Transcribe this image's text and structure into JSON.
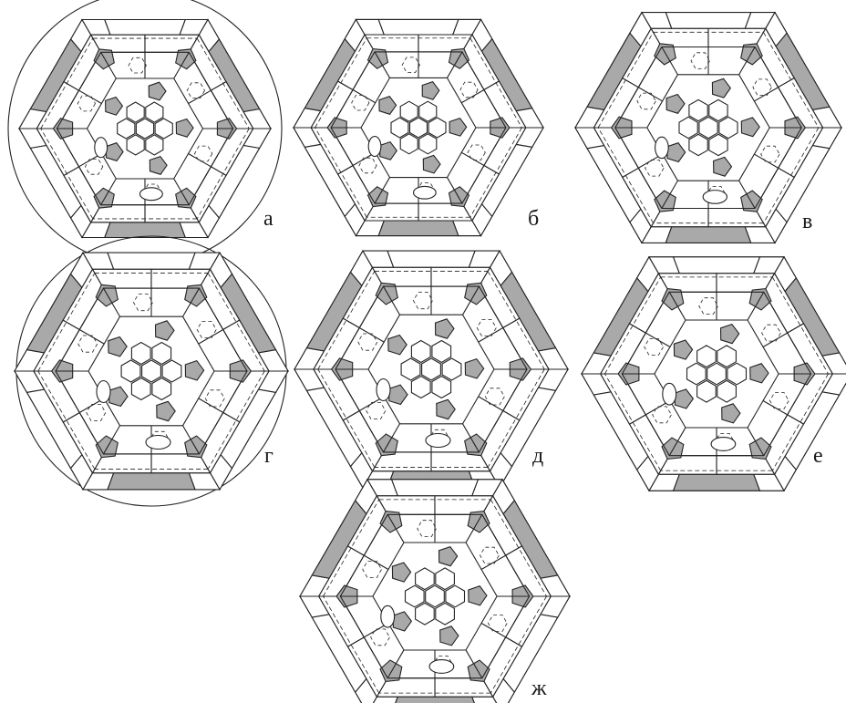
{
  "panels": [
    {
      "id": "a",
      "label": "а",
      "frame": "clipped-circle"
    },
    {
      "id": "b",
      "label": "б",
      "frame": "hexagon"
    },
    {
      "id": "v",
      "label": "в",
      "frame": "hexagon"
    },
    {
      "id": "g",
      "label": "г",
      "frame": "clipped-circle"
    },
    {
      "id": "d",
      "label": "д",
      "frame": "hexagon"
    },
    {
      "id": "e",
      "label": "е",
      "frame": "hexagon"
    },
    {
      "id": "zh",
      "label": "ж",
      "frame": "hexagon"
    }
  ],
  "colors": {
    "stroke": "#222222",
    "pentagon_fill": "#a9a9a9",
    "face_fill": "#ffffff",
    "background": "#ffffff"
  }
}
